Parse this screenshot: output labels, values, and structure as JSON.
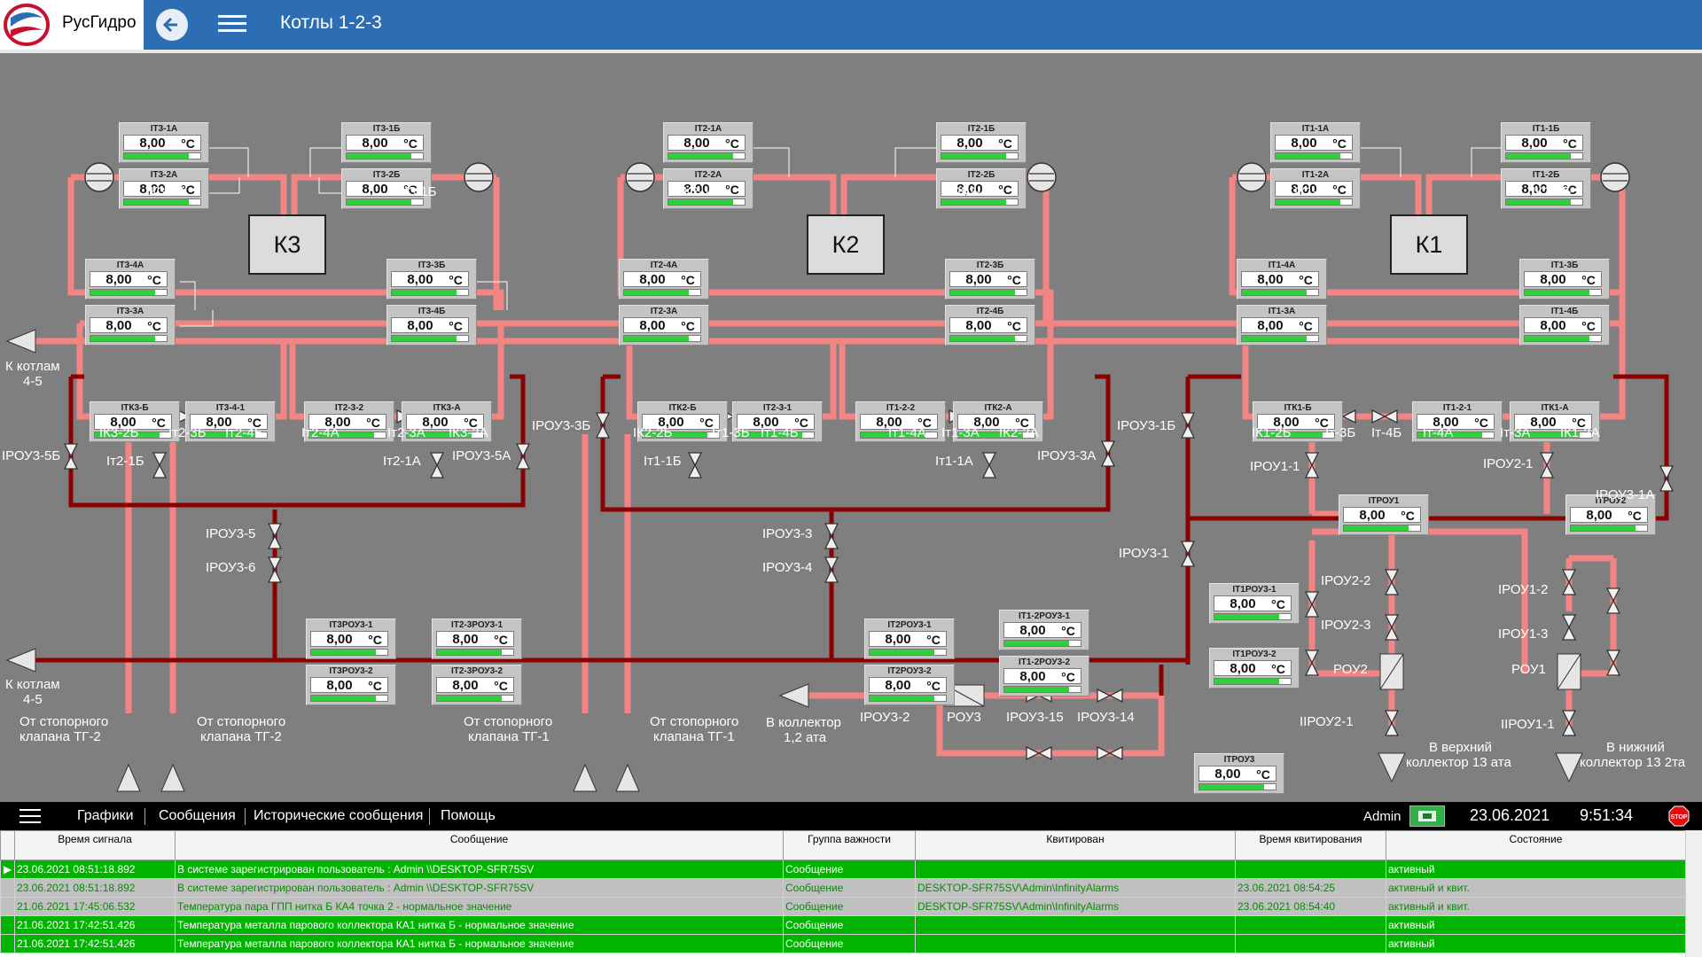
{
  "header": {
    "brand": "РусГидро",
    "title": "Котлы 1-2-3",
    "back_icon": "arrow-left-icon",
    "menu_icon": "hamburger-icon",
    "accent": "#2c6db3"
  },
  "colors": {
    "pipe_steam": "#f28583",
    "pipe_main": "#8b0000",
    "background": "#7f7f7f",
    "gauge_fill": "#2ed13a"
  },
  "boilers": [
    "К3",
    "К2",
    "К1"
  ],
  "gauge_unit": "°C",
  "gauges": [
    {
      "tag": "IТ3-1А",
      "value": "8,00",
      "level": 0.85
    },
    {
      "tag": "IТ3-2А",
      "value": "8,00",
      "level": 0.85
    },
    {
      "tag": "IТ3-1Б",
      "value": "8,00",
      "level": 0.85
    },
    {
      "tag": "IТ3-2Б",
      "value": "8,00",
      "level": 0.85
    },
    {
      "tag": "IТ3-4А",
      "value": "8,00",
      "level": 0.85
    },
    {
      "tag": "IТ3-3А",
      "value": "8,00",
      "level": 0.85
    },
    {
      "tag": "IТ3-3Б",
      "value": "8,00",
      "level": 0.85
    },
    {
      "tag": "IТ3-4Б",
      "value": "8,00",
      "level": 0.85
    },
    {
      "tag": "IТ2-1А",
      "value": "8,00",
      "level": 0.85
    },
    {
      "tag": "IТ2-2А",
      "value": "8,00",
      "level": 0.85
    },
    {
      "tag": "IТ2-1Б",
      "value": "8,00",
      "level": 0.85
    },
    {
      "tag": "IТ2-2Б",
      "value": "8,00",
      "level": 0.85
    },
    {
      "tag": "IТ2-4А",
      "value": "8,00",
      "level": 0.85
    },
    {
      "tag": "IТ2-3А",
      "value": "8,00",
      "level": 0.85
    },
    {
      "tag": "IТ2-3Б",
      "value": "8,00",
      "level": 0.85
    },
    {
      "tag": "IТ2-4Б",
      "value": "8,00",
      "level": 0.85
    },
    {
      "tag": "IТ1-1А",
      "value": "8,00",
      "level": 0.85
    },
    {
      "tag": "IТ1-2А",
      "value": "8,00",
      "level": 0.85
    },
    {
      "tag": "IТ1-1Б",
      "value": "8,00",
      "level": 0.85
    },
    {
      "tag": "IТ1-2Б",
      "value": "8,00",
      "level": 0.85
    },
    {
      "tag": "IТ1-4А",
      "value": "8,00",
      "level": 0.85
    },
    {
      "tag": "IТ1-3А",
      "value": "8,00",
      "level": 0.85
    },
    {
      "tag": "IТ1-3Б",
      "value": "8,00",
      "level": 0.85
    },
    {
      "tag": "IТ1-4Б",
      "value": "8,00",
      "level": 0.85
    },
    {
      "tag": "IТК3-Б",
      "value": "8,00",
      "level": 0.85
    },
    {
      "tag": "IТ3-4-1",
      "value": "8,00",
      "level": 0.85
    },
    {
      "tag": "IТ2-3-2",
      "value": "8,00",
      "level": 0.85
    },
    {
      "tag": "IТК3-А",
      "value": "8,00",
      "level": 0.85
    },
    {
      "tag": "IТК2-Б",
      "value": "8,00",
      "level": 0.85
    },
    {
      "tag": "IТ2-3-1",
      "value": "8,00",
      "level": 0.85
    },
    {
      "tag": "IТ1-2-2",
      "value": "8,00",
      "level": 0.85
    },
    {
      "tag": "IТК2-А",
      "value": "8,00",
      "level": 0.85
    },
    {
      "tag": "IТК1-Б",
      "value": "8,00",
      "level": 0.85
    },
    {
      "tag": "IТ1-2-1",
      "value": "8,00",
      "level": 0.85
    },
    {
      "tag": "IТК1-А",
      "value": "8,00",
      "level": 0.85
    },
    {
      "tag": "IТРОУ1",
      "value": "8,00",
      "level": 0.85
    },
    {
      "tag": "IТРОУ2",
      "value": "8,00",
      "level": 0.85
    },
    {
      "tag": "IТ3РОУ3-1",
      "value": "8,00",
      "level": 0.85
    },
    {
      "tag": "IТ3РОУ3-2",
      "value": "8,00",
      "level": 0.85
    },
    {
      "tag": "IТ2-3РОУ3-1",
      "value": "8,00",
      "level": 0.85
    },
    {
      "tag": "IТ2-3РОУ3-2",
      "value": "8,00",
      "level": 0.85
    },
    {
      "tag": "IТ2РОУ3-1",
      "value": "8,00",
      "level": 0.85
    },
    {
      "tag": "IТ2РОУ3-2",
      "value": "8,00",
      "level": 0.85
    },
    {
      "tag": "IТ1-2РОУ3-1",
      "value": "8,00",
      "level": 0.85
    },
    {
      "tag": "IТ1-2РОУ3-2",
      "value": "8,00",
      "level": 0.85
    },
    {
      "tag": "IТ1РОУ3-1",
      "value": "8,00",
      "level": 0.85
    },
    {
      "tag": "IТ1РОУ3-2",
      "value": "8,00",
      "level": 0.85
    },
    {
      "tag": "IТРОУ3",
      "value": "8,00",
      "level": 0.85
    }
  ],
  "labels": [
    "IК3-1А",
    "IК3-1Б",
    "IК2-1А",
    "IК2-1Б",
    "IК1-1А",
    "IК1-1Б",
    "К котлам",
    "4-5",
    "IК3-2Б",
    "Iт2-3Б",
    "Iт2-4Б",
    "Iт2-4А",
    "Iт2-3А",
    "IК3-2А",
    "IРОУ3-5Б",
    "Iт2-1Б",
    "Iт2-1А",
    "IРОУ3-5А",
    "IРОУ3-3Б",
    "IК2-2Б",
    "Iт1-3Б",
    "Iт1-4Б",
    "Iт1-4А",
    "Iт1-3А",
    "IК2-2А",
    "Iт1-1Б",
    "Iт1-1А",
    "IРОУ3-3А",
    "IРОУ3-1Б",
    "IК1-2Б",
    "Iт-3Б",
    "Iт-4Б",
    "Iт-4А",
    "Iт-3А",
    "IК1-2А",
    "IРОУ1-1",
    "IРОУ2-1",
    "IРОУ3-1А",
    "IРОУ3-5",
    "IРОУ3-6",
    "IРОУ3-3",
    "IРОУ3-4",
    "IРОУ3-1",
    "К котлам",
    "4-5",
    "От стопорного",
    "клапана ТГ-2",
    "От стопорного",
    "клапана ТГ-2",
    "От стопорного",
    "клапана ТГ-1",
    "От стопорного",
    "клапана ТГ-1",
    "В коллектор",
    "1,2 ата",
    "IРОУ3-2",
    "РОУ3",
    "IРОУ3-15",
    "IРОУ3-14",
    "IРОУ2-2",
    "IРОУ2-3",
    "РОУ2",
    "IIРОУ2-1",
    "В верхний",
    "коллектор 13 ата",
    "IРОУ1-2",
    "IРОУ1-3",
    "РОУ1",
    "IIРОУ1-1",
    "В нижний",
    "коллектор 13 2та"
  ],
  "menubar": {
    "menu_icon": "hamburger-icon",
    "items": [
      "Графики",
      "Сообщения",
      "Исторические сообщения",
      "Помощь"
    ],
    "user": "Admin",
    "user_icon": "user-card-icon",
    "date": "23.06.2021",
    "time": "9:51:34",
    "stop_icon": "stop-icon",
    "stop_text": "STOP"
  },
  "alarm_table": {
    "columns": [
      "Время сигнала",
      "Сообщение",
      "Группа важности",
      "Квитирован",
      "Время квитирования",
      "Состояние"
    ],
    "rows": [
      {
        "time": "23.06.2021 08:51:18.892",
        "message": "В системе зарегистрирован пользователь : Admin \\\\DESKTOP-SFR75SV",
        "group": "Сообщение",
        "ack_by": "",
        "ack_time": "",
        "state": "активный",
        "style": "g",
        "selected": true
      },
      {
        "time": "23.06.2021 08:51:18.892",
        "message": "В системе зарегистрирован пользователь : Admin \\\\DESKTOP-SFR75SV",
        "group": "Сообщение",
        "ack_by": "DESKTOP-SFR75SV\\Admin\\InfinityAlarms",
        "ack_time": "23.06.2021 08:54:25",
        "state": "активный и квит.",
        "style": "s",
        "selected": false
      },
      {
        "time": "21.06.2021 17:45:06.532",
        "message": "Температура пара ГПП нитка Б КА4 точка 2 - нормальное значение",
        "group": "Сообщение",
        "ack_by": "DESKTOP-SFR75SV\\Admin\\InfinityAlarms",
        "ack_time": "23.06.2021 08:54:40",
        "state": "активный и квит.",
        "style": "s",
        "selected": false
      },
      {
        "time": "21.06.2021 17:42:51.426",
        "message": "Температура металла парового коллектора КА1 нитка Б - нормальное значение",
        "group": "Сообщение",
        "ack_by": "",
        "ack_time": "",
        "state": "активный",
        "style": "g",
        "selected": false
      },
      {
        "time": "21.06.2021 17:42:51.426",
        "message": "Температура металла парового коллектора КА1 нитка Б - нормальное значение",
        "group": "Сообщение",
        "ack_by": "",
        "ack_time": "",
        "state": "активный",
        "style": "g",
        "selected": false
      }
    ]
  }
}
